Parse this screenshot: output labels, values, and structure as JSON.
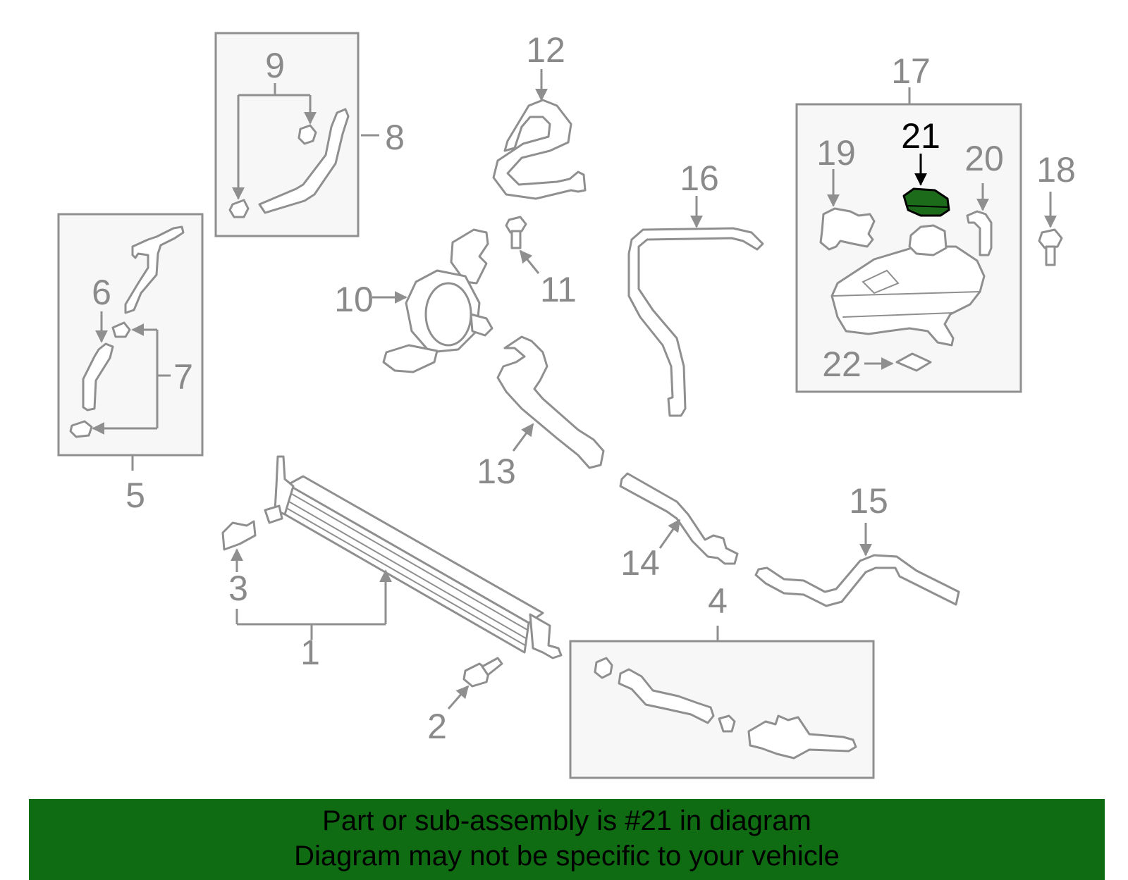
{
  "callouts": {
    "c1": "1",
    "c2": "2",
    "c3": "3",
    "c4": "4",
    "c5": "5",
    "c6": "6",
    "c7": "7",
    "c8": "8",
    "c9": "9",
    "c10": "10",
    "c11": "11",
    "c12": "12",
    "c13": "13",
    "c14": "14",
    "c15": "15",
    "c16": "16",
    "c17": "17",
    "c18": "18",
    "c19": "19",
    "c20": "20",
    "c21": "21",
    "c22": "22"
  },
  "highlight_color": "#0f6c12",
  "banner": {
    "line1": "Part or sub-assembly is #21 in diagram",
    "line2": "Diagram may not be specific to your vehicle"
  }
}
